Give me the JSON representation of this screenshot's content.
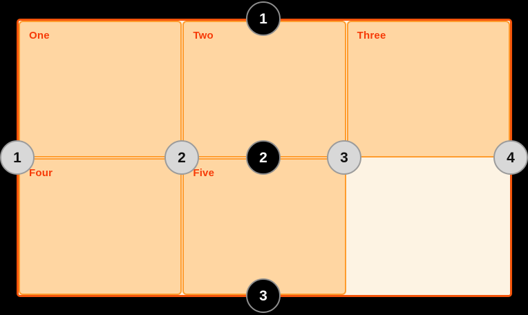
{
  "grid": {
    "cells": [
      {
        "label": "One"
      },
      {
        "label": "Two"
      },
      {
        "label": "Three"
      },
      {
        "label": "Four"
      },
      {
        "label": "Five"
      },
      {
        "label": ""
      }
    ]
  },
  "row_line_markers": [
    {
      "number": "1"
    },
    {
      "number": "2"
    },
    {
      "number": "3"
    }
  ],
  "column_line_markers": [
    {
      "number": "1"
    },
    {
      "number": "2"
    },
    {
      "number": "3"
    },
    {
      "number": "4"
    }
  ],
  "colors": {
    "page_background": "#000000",
    "container_border": "#F4540A",
    "container_background": "#FDF3E3",
    "cell_background": "#FFD6A2",
    "cell_border": "#FF9C2E",
    "cell_label_text": "#F63A07",
    "row_marker_fill": "#000000",
    "row_marker_text": "#FFFFFF",
    "column_marker_fill": "#D8D8D8",
    "column_marker_text": "#111111",
    "marker_ring": "#9B9B9B"
  }
}
